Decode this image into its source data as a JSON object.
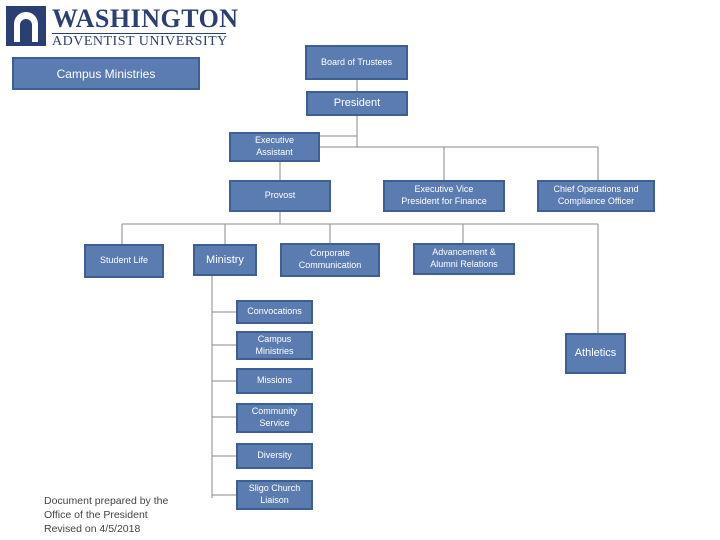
{
  "header": {
    "logo_name": "WASHINGTON",
    "logo_subtitle": "ADVENTIST UNIVERSITY"
  },
  "page_title": "Campus Ministries",
  "org": {
    "board": "Board of Trustees",
    "president": "President",
    "executive_assistant": "Executive\nAssistant",
    "provost": "Provost",
    "evp_finance": "Executive Vice\nPresident for Finance",
    "chief_operations": "Chief Operations and\nCompliance Officer",
    "student_life": "Student Life",
    "ministry": "Ministry",
    "corporate_communication": "Corporate\nCommunication",
    "advancement": "Advancement &\nAlumni Relations",
    "athletics": "Athletics",
    "ministry_children": [
      "Convocations",
      "Campus\nMinistries",
      "Missions",
      "Community\nService",
      "Diversity",
      "Sligo Church\nLiaison"
    ]
  },
  "footer": {
    "line1": "Document prepared by the",
    "line2": "Office of the President",
    "line3": "Revised on 4/5/2018"
  },
  "colors": {
    "box_fill": "#5b7cb1",
    "box_border": "#3f5f93",
    "connector": "#8a8a8a",
    "logo_navy": "#2b3f73"
  }
}
